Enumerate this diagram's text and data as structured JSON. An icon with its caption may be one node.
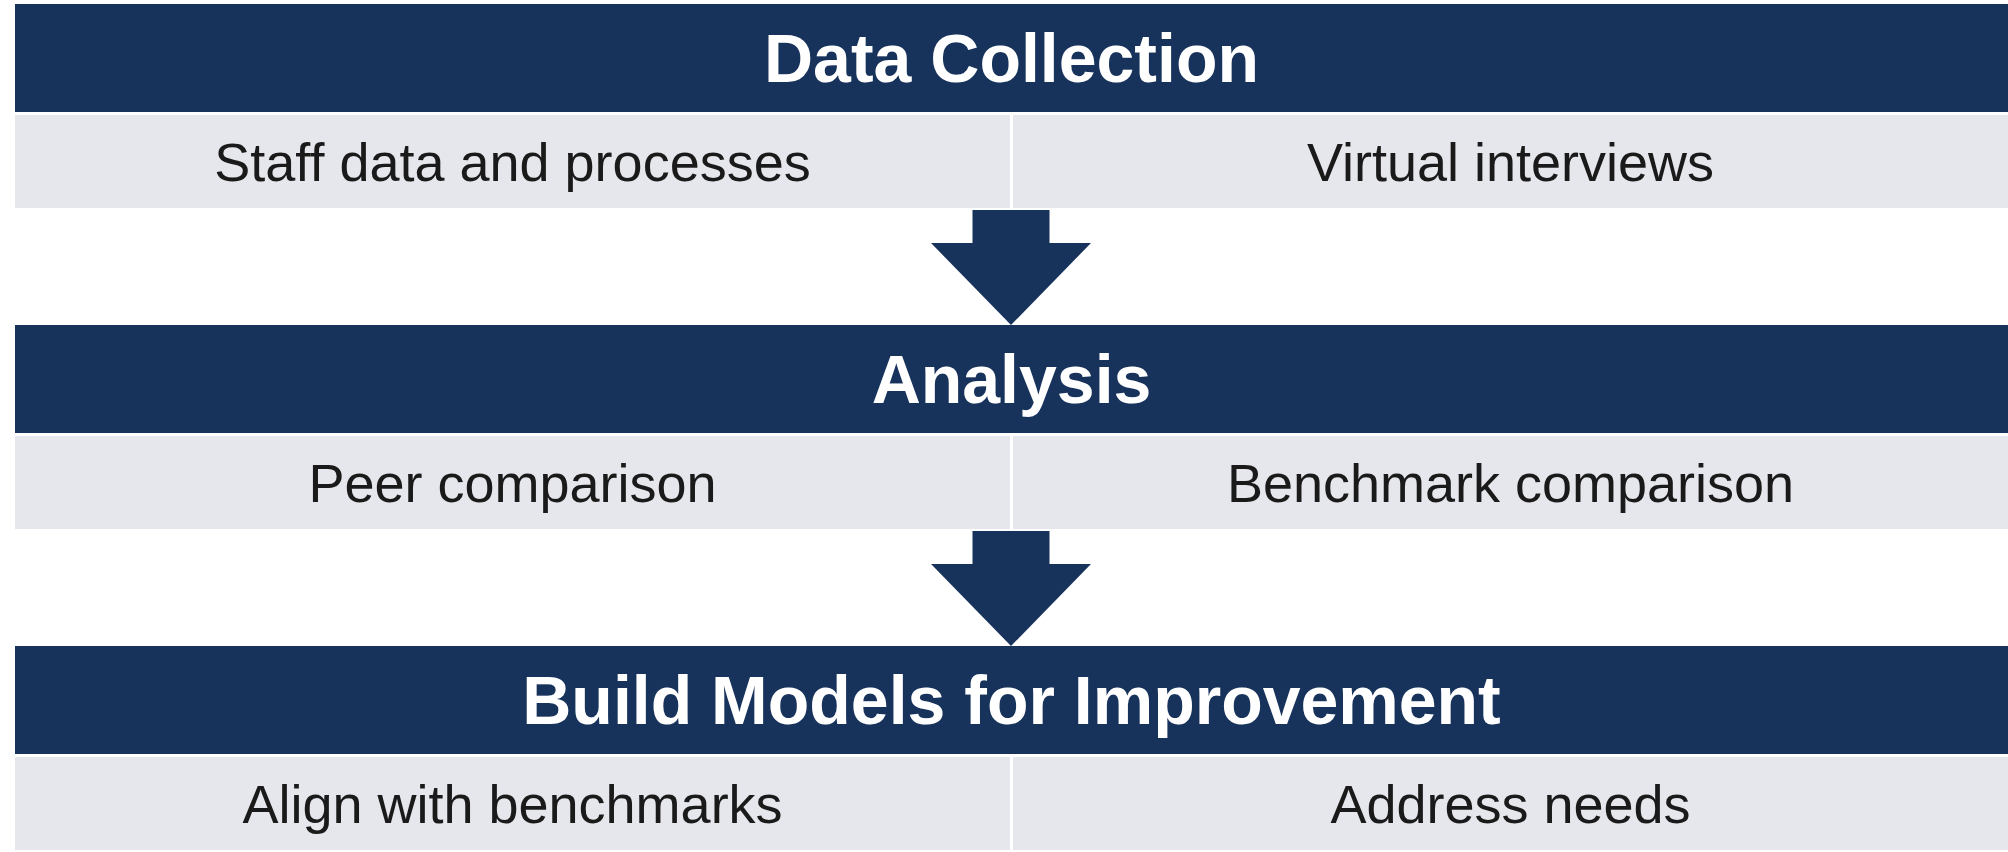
{
  "diagram": {
    "nodes": [
      {
        "text": [
          "Data Collection"
        ]
      },
      {
        "text": [
          "Staff data and processes"
        ],
        "in": 0
      },
      {
        "text": [
          "Virtual interviews"
        ],
        "in": 0
      },
      {
        "text": [
          "Analysis"
        ]
      },
      {
        "text": [
          "Peer comparison"
        ],
        "in": 3
      },
      {
        "text": [
          "Benchmark comparison"
        ],
        "in": 3
      },
      {
        "text": [
          "Build Models for Improvement"
        ]
      },
      {
        "text": [
          "Align with benchmarks"
        ],
        "in": 6
      },
      {
        "text": [
          "Address needs"
        ],
        "in": 6
      }
    ],
    "edges": [
      {
        "from": 0,
        "to": 3,
        "arrow": "to"
      },
      {
        "from": 3,
        "to": 6,
        "arrow": "to"
      }
    ]
  }
}
